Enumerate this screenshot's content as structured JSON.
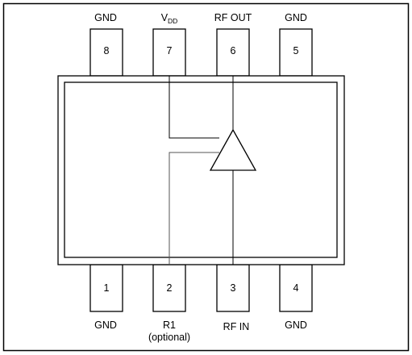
{
  "colors": {
    "stroke": "#000000",
    "inner_stroke": "#555555",
    "background": "#ffffff"
  },
  "pins": [
    {
      "number": "8",
      "label": "GND"
    },
    {
      "number": "7",
      "label": "V",
      "label_sub": "DD"
    },
    {
      "number": "6",
      "label": "RF OUT"
    },
    {
      "number": "5",
      "label": "GND"
    },
    {
      "number": "1",
      "label": "GND"
    },
    {
      "number": "2",
      "label": "R1",
      "label_line2": "(optional)"
    },
    {
      "number": "3",
      "label": "RF IN"
    },
    {
      "number": "4",
      "label": "GND"
    }
  ],
  "amplifier_icon": "triangle-amplifier-icon"
}
